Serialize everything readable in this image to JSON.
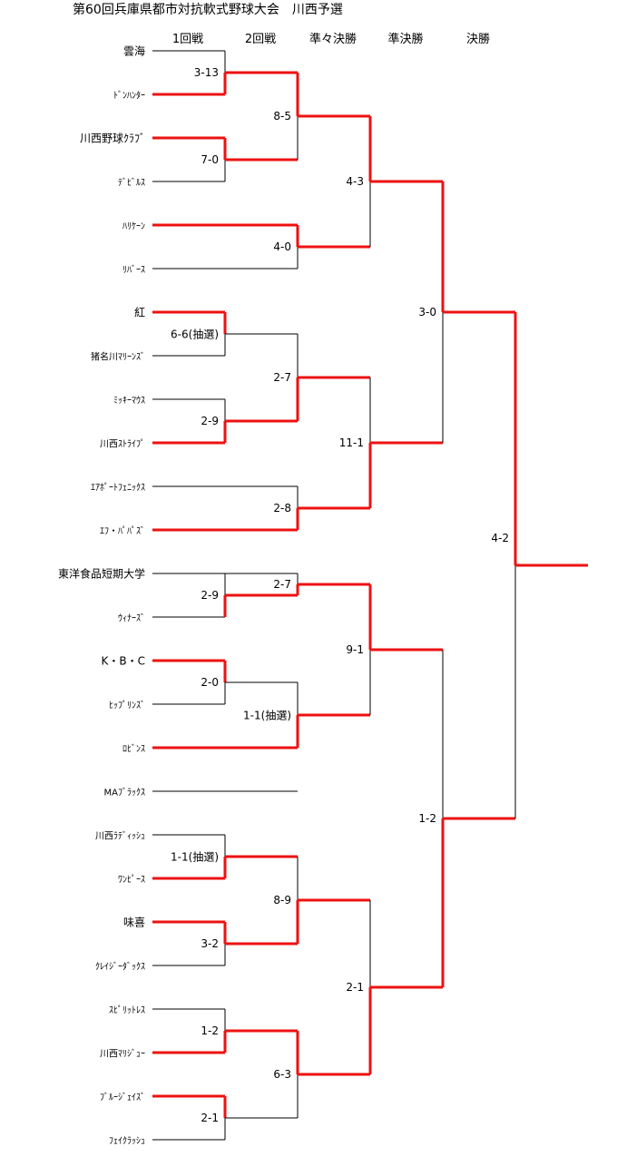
{
  "title": "第60回兵庫県都市対抗軟式野球大会　川西予選",
  "rounds": [
    "1回戦",
    "2回戦",
    "準々決勝",
    "準決勝",
    "決勝"
  ],
  "teams": [
    "雲海",
    "ﾄﾞﾝﾊﾝﾀｰ",
    "川西野球ｸﾗﾌﾞ",
    "ﾃﾞﾋﾞﾙｽ",
    "ﾊﾘｹｰﾝ",
    "ﾘﾊﾞｰｽ",
    "紅",
    "猪名川ﾏﾘｰﾝｽﾞ",
    "ﾐｯｷｰﾏｳｽ",
    "川西ｽﾄﾗｲﾌﾟ",
    "ｴｱﾎﾟｰﾄﾌｪﾆｯｸｽ",
    "ｴﾌ・ﾊﾟﾊﾟｽﾞ",
    "東洋食品短期大学",
    "ｳｨﾅｰｽﾞ",
    "K・B・C",
    "ﾋｯﾌﾟﾘﾝｽﾞ",
    "ﾛﾋﾞﾝｽ",
    "MAﾌﾞﾗｯｸｽ",
    "川西ﾗﾃﾞｨｯｼｭ",
    "ﾜﾝﾋﾟｰｽ",
    "味喜",
    "ｸﾚｲｼﾞｰﾀﾞｯｸｽ",
    "ｽﾋﾟﾘｯﾄﾚｽ",
    "川西ﾏﾘｼﾞｭｰ",
    "ﾌﾞﾙｰｼﾞｪｲｽﾞ",
    "ﾌｪｲｸﾗｯｼｭ"
  ],
  "scores": {
    "r1": [
      "3-13",
      "7-0",
      "6-6(抽選)",
      "2-9",
      "2-9",
      "2-0",
      "1-1(抽選)",
      "3-2",
      "1-2",
      "2-1"
    ],
    "r2": [
      "8-5",
      "4-0",
      "2-7",
      "2-8",
      "2-7",
      "1-1(抽選)",
      "8-9",
      "6-3"
    ],
    "qf": [
      "4-3",
      "11-1",
      "9-1",
      "2-1"
    ],
    "sf": [
      "3-0",
      "1-2"
    ],
    "final": [
      "4-2"
    ]
  },
  "colors": {
    "winner_line": "#ee1111",
    "loser_line": "#000000"
  }
}
